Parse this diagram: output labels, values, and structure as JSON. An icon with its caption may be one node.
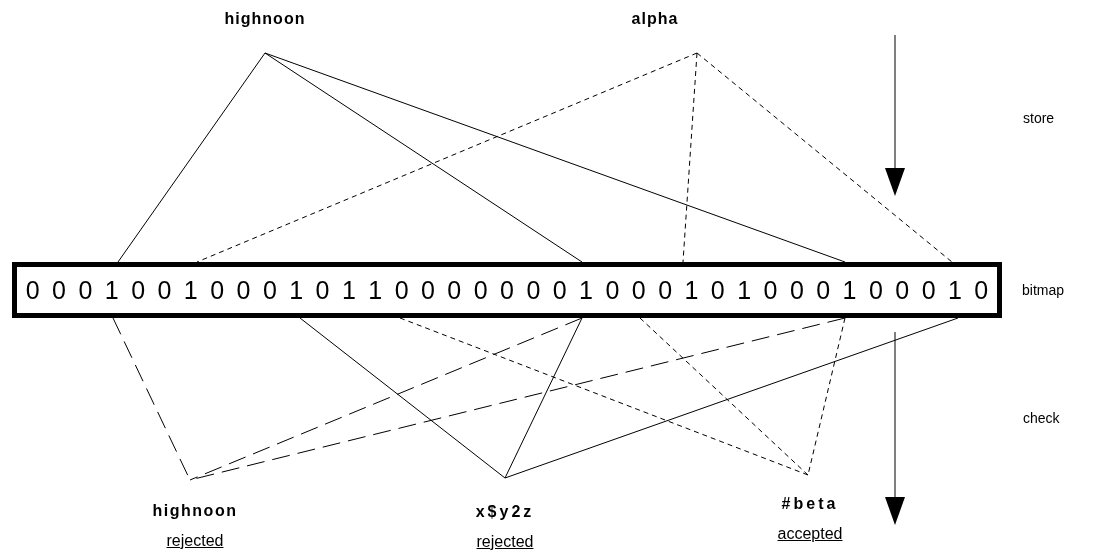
{
  "diagram": {
    "nodes": [
      {
        "text": [
          "highnoon"
        ]
      },
      {
        "text": [
          "alpha"
        ]
      },
      {
        "text": [
          "0 0 0 1 0 0 1 0 0 0 1 0 1 1 0 0 0 0 0 0 0 1 0 0 0 1 0 1 0 0 0 1 0 0 0 1 0"
        ]
      },
      {
        "text": [
          "highnoon"
        ],
        "beside": [
          "rejected"
        ]
      },
      {
        "text": [
          "x$y2z"
        ],
        "beside": [
          "rejected"
        ]
      },
      {
        "text": [
          "#beta"
        ],
        "beside": [
          "accepted"
        ]
      }
    ],
    "edges": [
      {
        "from": 0,
        "to": 2,
        "arrow": "none"
      },
      {
        "from": 0,
        "to": 2,
        "arrow": "none"
      },
      {
        "from": 0,
        "to": 2,
        "arrow": "none"
      },
      {
        "from": 1,
        "to": 2,
        "arrow": "none",
        "style": "dashed"
      },
      {
        "from": 1,
        "to": 2,
        "arrow": "none",
        "style": "dashed"
      },
      {
        "from": 1,
        "to": 2,
        "arrow": "none",
        "style": "dashed"
      },
      {
        "from": 2,
        "to": 3,
        "arrow": "none",
        "style": "dashed"
      },
      {
        "from": 2,
        "to": 3,
        "arrow": "none",
        "style": "dashed"
      },
      {
        "from": 2,
        "to": 3,
        "arrow": "none",
        "style": "dashed"
      },
      {
        "from": 2,
        "to": 4,
        "arrow": "none"
      },
      {
        "from": 2,
        "to": 4,
        "arrow": "none"
      },
      {
        "from": 2,
        "to": 4,
        "arrow": "none"
      },
      {
        "from": 2,
        "to": 5,
        "arrow": "none",
        "style": "dashed"
      },
      {
        "from": 2,
        "to": 5,
        "arrow": "none",
        "style": "dashed"
      },
      {
        "from": 2,
        "to": 5,
        "arrow": "none",
        "style": "dashed"
      }
    ],
    "labels": [
      "store",
      "bitmap",
      "check"
    ]
  }
}
